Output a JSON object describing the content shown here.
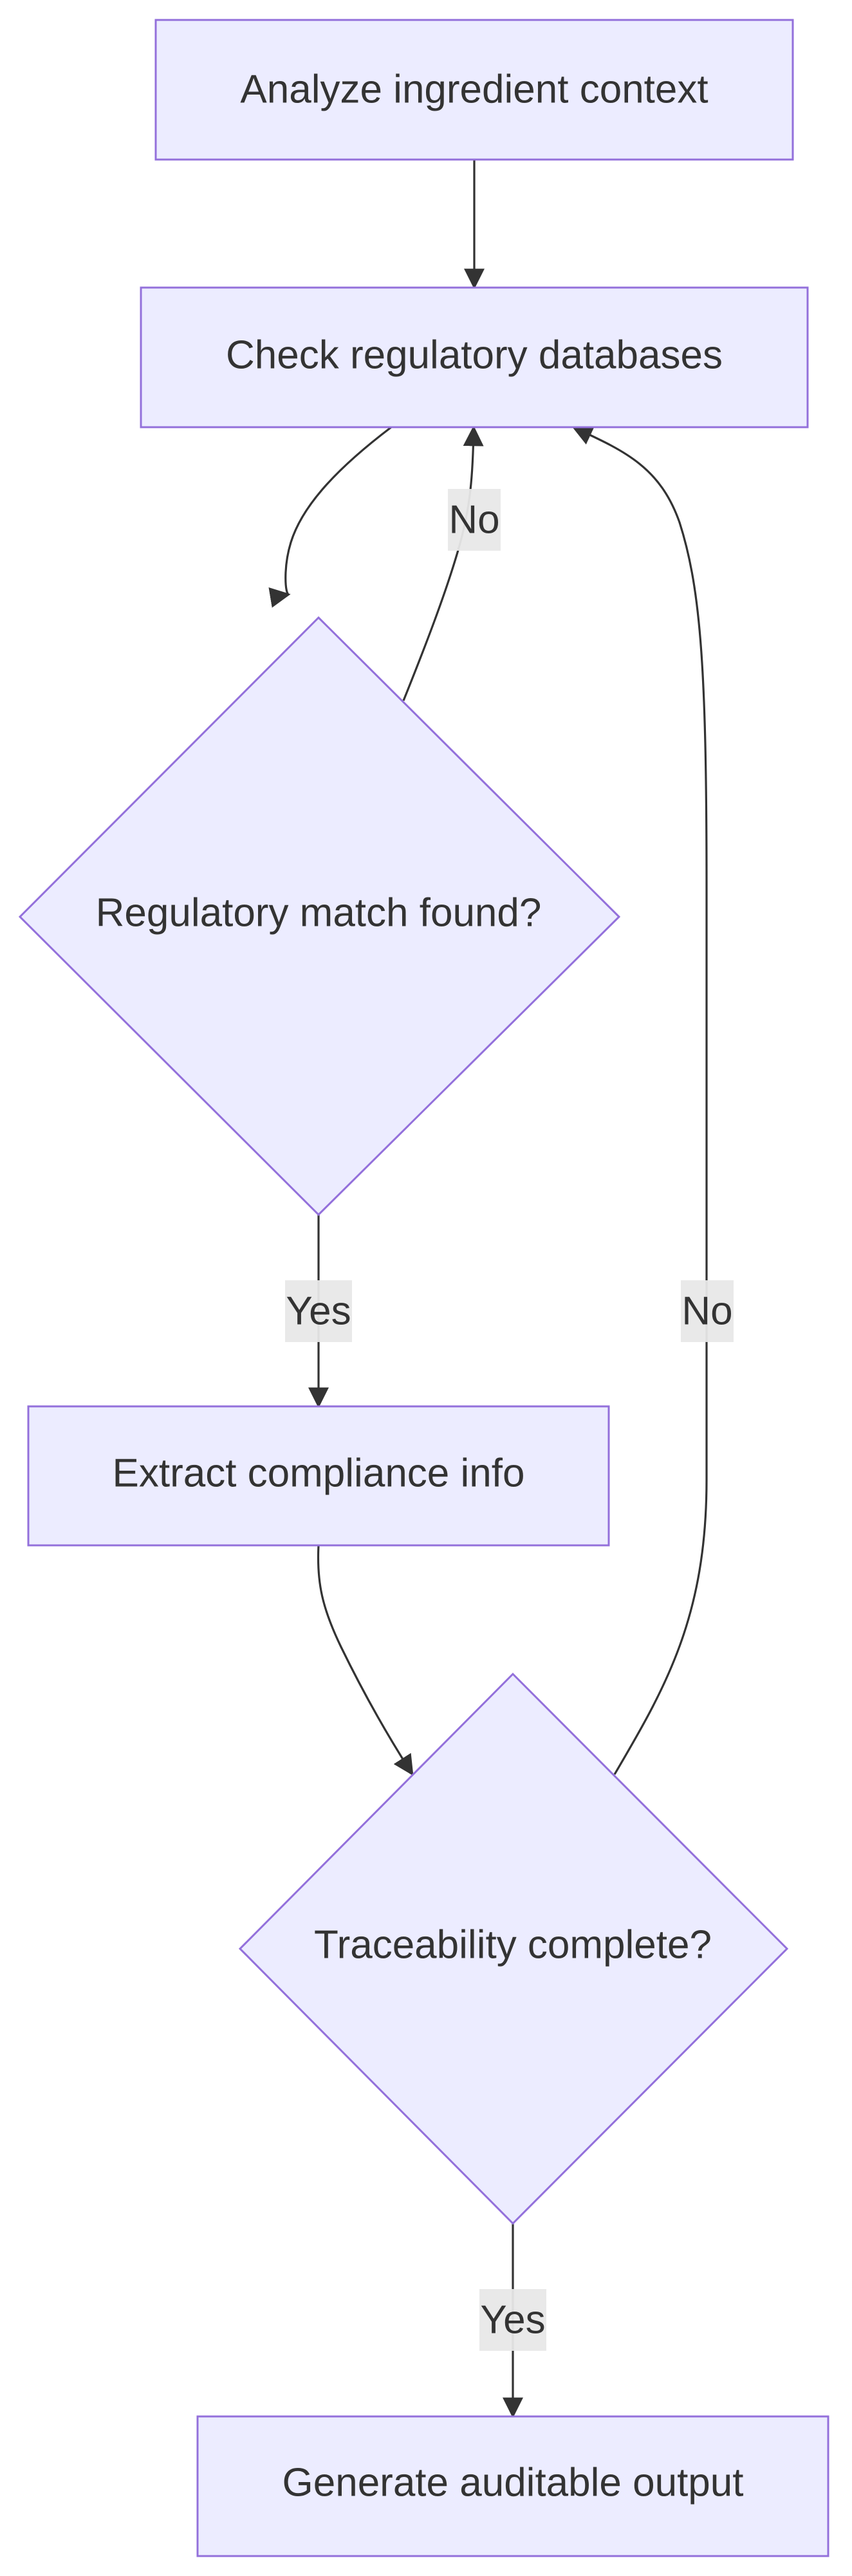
{
  "nodes": [
    {
      "id": "analyze",
      "label": "Analyze ingredient context",
      "shape": "rect"
    },
    {
      "id": "check",
      "label": "Check regulatory databases",
      "shape": "rect"
    },
    {
      "id": "match",
      "label": "Regulatory match found?",
      "shape": "diamond"
    },
    {
      "id": "extract",
      "label": "Extract compliance info",
      "shape": "rect"
    },
    {
      "id": "trace",
      "label": "Traceability complete?",
      "shape": "diamond"
    },
    {
      "id": "generate",
      "label": "Generate auditable output",
      "shape": "rect"
    }
  ],
  "edges": [
    {
      "from": "analyze",
      "to": "check",
      "label": ""
    },
    {
      "from": "check",
      "to": "match",
      "label": ""
    },
    {
      "from": "match",
      "to": "check",
      "label": "No"
    },
    {
      "from": "match",
      "to": "extract",
      "label": "Yes"
    },
    {
      "from": "extract",
      "to": "trace",
      "label": ""
    },
    {
      "from": "trace",
      "to": "check",
      "label": "No"
    },
    {
      "from": "trace",
      "to": "generate",
      "label": "Yes"
    }
  ],
  "colors": {
    "node_fill": "#ECECFF",
    "node_stroke": "#9370DB",
    "edge": "#333333",
    "label_background": "#e8e8e8",
    "text": "#333333"
  }
}
